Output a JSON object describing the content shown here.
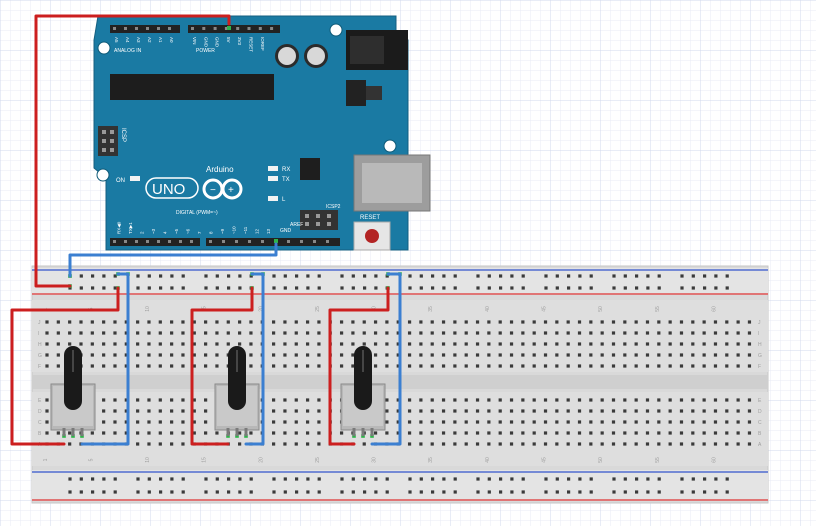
{
  "arduino": {
    "analog_in_label": "ANALOG IN",
    "analog_pins": [
      "A5",
      "A4",
      "A3",
      "A2",
      "A1",
      "A0"
    ],
    "power_label": "POWER",
    "power_pins": [
      "VIN",
      "GND",
      "GND",
      "5V",
      "3V3",
      "RESET",
      "IOREF"
    ],
    "icsp_label": "ICSP",
    "icsp2_label": "ICSP2",
    "on_label": "ON",
    "uno_label": "UNO",
    "brand_label": "Arduino",
    "tx_label": "TX",
    "rx_label": "RX",
    "l_label": "L",
    "reset_label": "RESET",
    "aref_label": "AREF",
    "gnd_label": "GND",
    "digital_label": "DIGITAL (PWM=~)",
    "digital_pins": [
      "13",
      "12",
      "~11",
      "~10",
      "~9",
      "8",
      "7",
      "~6",
      "~5",
      "4",
      "~3",
      "2",
      "TX▶1",
      "RX◀0"
    ]
  },
  "breadboard": {
    "row_letters_top": [
      "J",
      "I",
      "H",
      "G",
      "F"
    ],
    "row_letters_bottom": [
      "E",
      "D",
      "C",
      "B",
      "A"
    ],
    "column_numbers": [
      "1",
      "5",
      "10",
      "15",
      "20",
      "25",
      "30",
      "35",
      "40",
      "45",
      "50",
      "55",
      "60"
    ]
  },
  "colors": {
    "board": "#1a7aa3",
    "wire_red": "#cc1f1f",
    "wire_blue": "#3b7fd1",
    "breadboard": "#dcdcdc",
    "rail_blue": "#3355cc",
    "rail_red": "#dd3333",
    "hole_green": "#2fb34a",
    "grid": "#e3e7f4"
  },
  "potentiometers": [
    "pot-1",
    "pot-2",
    "pot-3"
  ]
}
